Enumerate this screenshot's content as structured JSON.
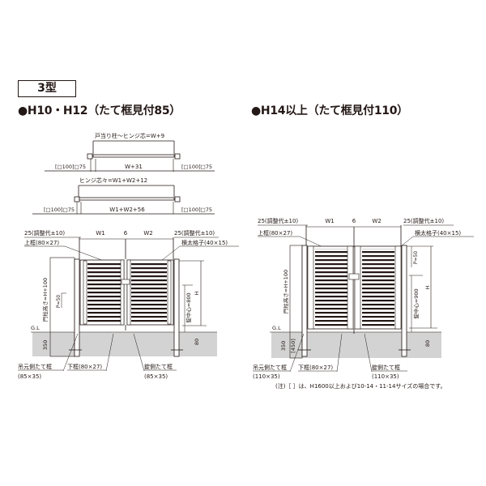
{
  "type_label": "3型",
  "left": {
    "heading": "●H10・H12（たて框見付85）",
    "plan_single": {
      "label_top": "戸当り柱～ヒンジ芯=W+9",
      "label_inner": "W+31",
      "post_left": "[□100]□75",
      "post_right": "[□100]□75"
    },
    "plan_double": {
      "label_top": "ヒンジ芯々=W1+W2+12",
      "label_inner": "W1+W2+56",
      "post_left": "[□100]□75",
      "post_right": "[□100]□75"
    },
    "elevation": {
      "dim_left": "25(調整代±10)",
      "dim_w1": "W1",
      "dim_gap": "6",
      "dim_w2": "W2",
      "dim_right": "25(調整代±10)",
      "top_frame": "上框(80×27)",
      "bars": "横太格子(40×15)",
      "post_height": "門柱高さ=H+100",
      "p": "P=50",
      "latch_center": "錠中心=800",
      "h": "H",
      "gl": "G.L",
      "embed": "350",
      "clearance": "80",
      "hinge_stile": "吊元側たて框",
      "hinge_stile_size": "(85×35)",
      "bottom_frame": "下框(80×27)",
      "lock_stile": "錠側たて框",
      "lock_stile_size": "(85×35)"
    }
  },
  "right": {
    "heading": "●H14以上（たて框見付110）",
    "elevation": {
      "dim_left": "25(調整代±10)",
      "dim_w1": "W1",
      "dim_gap": "6",
      "dim_w2": "W2",
      "dim_right": "25(調整代±10)",
      "top_frame": "上框(80×27)",
      "bars": "横太格子(40×15)",
      "post_height": "門柱高さ=H+100",
      "p": "P=50",
      "latch_center": "錠中心=900",
      "h": "H",
      "gl": "G.L",
      "embed": "350",
      "embed_alt": "[450]",
      "clearance": "80",
      "hinge_stile": "吊元側たて框",
      "hinge_stile_size": "(110×35)",
      "bottom_frame": "下框(80×27)",
      "lock_stile": "錠側たて框",
      "lock_stile_size": "(110×35)"
    },
    "footnote": "(注)［ ］は、H1600以上および10-14・11-14サイズの場合です。"
  },
  "colors": {
    "ink": "#231815",
    "ground": "#d3d3d3",
    "frame_fill": "#ffffff"
  }
}
